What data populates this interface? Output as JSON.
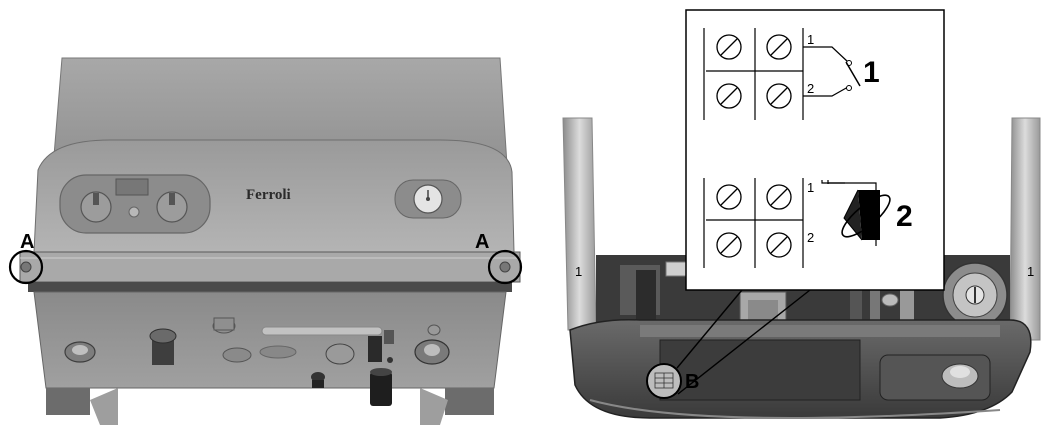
{
  "left": {
    "brand": "Ferroli",
    "label_a_left": "A",
    "label_a_right": "A"
  },
  "right": {
    "label_b": "B",
    "side_mark_left": "1",
    "side_mark_right": "1",
    "terminal_upper": {
      "pin1": "1",
      "pin2": "2",
      "device": "1"
    },
    "terminal_lower": {
      "pin1": "1",
      "pin2": "2",
      "device": "2"
    }
  }
}
